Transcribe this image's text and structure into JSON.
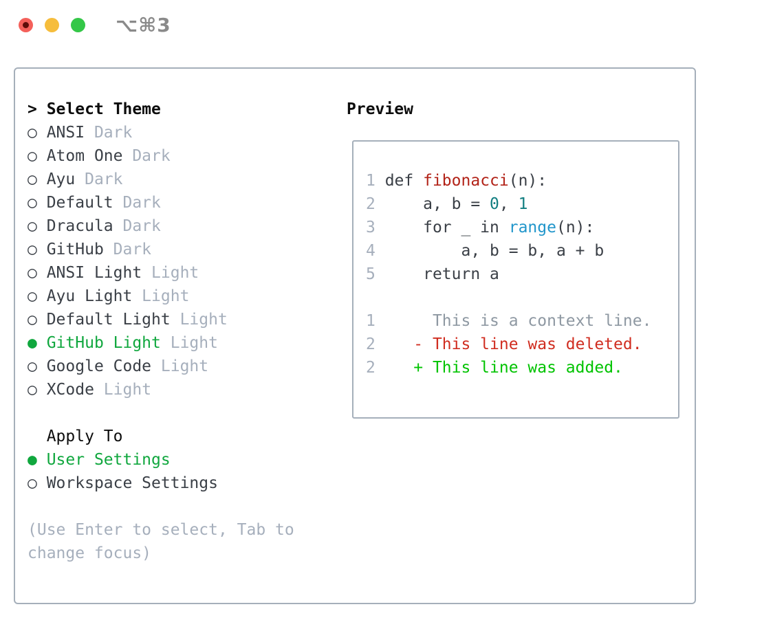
{
  "window": {
    "title": "⌥⌘3",
    "traffic_lights": [
      "close",
      "minimize",
      "zoom"
    ]
  },
  "theme_selector": {
    "prompt_char": "> ",
    "header": "Select Theme",
    "radio_unselected": "○ ",
    "radio_selected": "● ",
    "items": [
      {
        "name": "ANSI",
        "variant": "Dark",
        "selected": false
      },
      {
        "name": "Atom One",
        "variant": "Dark",
        "selected": false
      },
      {
        "name": "Ayu",
        "variant": "Dark",
        "selected": false
      },
      {
        "name": "Default",
        "variant": "Dark",
        "selected": false
      },
      {
        "name": "Dracula",
        "variant": "Dark",
        "selected": false
      },
      {
        "name": "GitHub",
        "variant": "Dark",
        "selected": false
      },
      {
        "name": "ANSI Light",
        "variant": "Light",
        "selected": false
      },
      {
        "name": "Ayu Light",
        "variant": "Light",
        "selected": false
      },
      {
        "name": "Default Light",
        "variant": "Light",
        "selected": false
      },
      {
        "name": "GitHub Light",
        "variant": "Light",
        "selected": true
      },
      {
        "name": "Google Code",
        "variant": "Light",
        "selected": false
      },
      {
        "name": "XCode",
        "variant": "Light",
        "selected": false
      }
    ]
  },
  "apply_to": {
    "header": "Apply To",
    "options": [
      {
        "label": "User Settings",
        "selected": true
      },
      {
        "label": "Workspace Settings",
        "selected": false
      }
    ]
  },
  "hint": {
    "text": "(Use Enter to select, Tab to change focus)"
  },
  "preview": {
    "header": "Preview",
    "code_lines": [
      [
        {
          "c": "ln",
          "t": "1"
        },
        {
          "c": "code",
          "t": " def "
        },
        {
          "c": "fn",
          "t": "fibonacci"
        },
        {
          "c": "code",
          "t": "(n):"
        }
      ],
      [
        {
          "c": "ln",
          "t": "2"
        },
        {
          "c": "code",
          "t": "     a, b = "
        },
        {
          "c": "num",
          "t": "0"
        },
        {
          "c": "code",
          "t": ", "
        },
        {
          "c": "num",
          "t": "1"
        }
      ],
      [
        {
          "c": "ln",
          "t": "3"
        },
        {
          "c": "code",
          "t": "     for _ in "
        },
        {
          "c": "kw",
          "t": "range"
        },
        {
          "c": "code",
          "t": "(n):"
        }
      ],
      [
        {
          "c": "ln",
          "t": "4"
        },
        {
          "c": "code",
          "t": "         a, b = b, a + b"
        }
      ],
      [
        {
          "c": "ln",
          "t": "5"
        },
        {
          "c": "code",
          "t": "     return a"
        }
      ],
      [],
      [
        {
          "c": "ln",
          "t": "1"
        },
        {
          "c": "ctx",
          "t": "      This is a context line."
        }
      ],
      [
        {
          "c": "ln",
          "t": "2"
        },
        {
          "c": "del",
          "t": "    - This line was deleted."
        }
      ],
      [
        {
          "c": "ln",
          "t": "2"
        },
        {
          "c": "add",
          "t": "    + This line was added."
        }
      ]
    ]
  },
  "colors": {
    "selection_green": "#10a73e",
    "diff_added": "#00c300",
    "diff_deleted": "#d02d20",
    "diff_context": "#8e98a2",
    "function_red": "#b22318",
    "number_teal": "#117e80",
    "keyword_blue": "#2196cb",
    "muted_gray": "#a6afbc",
    "panel_border": "#a5afba",
    "traffic_red": "#f4605a",
    "traffic_yellow": "#f6bd3c",
    "traffic_green": "#34c748"
  }
}
